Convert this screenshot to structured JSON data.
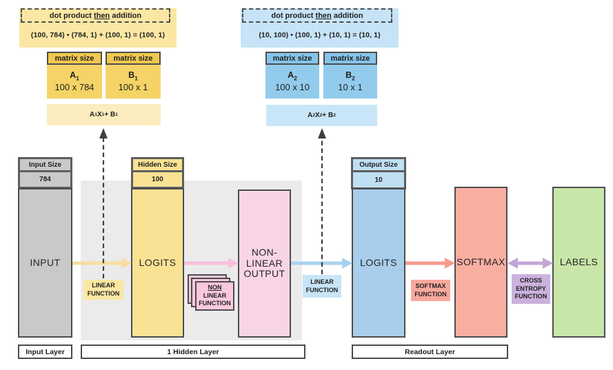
{
  "colors": {
    "yellow_pale": "#FBE7A3",
    "yellow_result": "#FCEDBE",
    "yellow_header": "#EFC84F",
    "yellow_body": "#F5D366",
    "yellow_column": "#FAE294",
    "yellow_arrow": "#F7DE9F",
    "blue_pale": "#C6E3F7",
    "blue_result": "#C8E6F8",
    "blue_header": "#85C4E9",
    "blue_body": "#92CBEC",
    "blue_column": "#A8CEEB",
    "blue_sizebox": "#BFDFF3",
    "blue_arrow": "#A8D2EF",
    "gray_column": "#C9C9C9",
    "gray_background": "#EBEBEB",
    "pink_column": "#F8D5E4",
    "pink_function": "#F9C8DD",
    "pink_arrow": "#F6C1DA",
    "salmon_column": "#F9AEA2",
    "salmon_function": "#F9A89C",
    "salmon_arrow": "#F89A8D",
    "green_column": "#C9E6AA",
    "purple_function": "#CBB1DD",
    "purple_arrow": "#C1A6D8",
    "dashed_line": "#3f3f3f",
    "border_dark": "#4d4d4d"
  },
  "yellow_annotation": {
    "dot_product": {
      "pre": "dot product",
      "then": "then",
      "post": "addition"
    },
    "formula": "(100, 784) • (784, 1) + (100, 1) = (100, 1)",
    "matrix_a": {
      "header": "matrix size",
      "name": "A",
      "sub": "1",
      "size": "100 x 784"
    },
    "matrix_b": {
      "header": "matrix size",
      "name": "B",
      "sub": "1",
      "size": "100 x 1"
    },
    "result": [
      "A",
      "1",
      "X",
      "1",
      " + B",
      "1"
    ]
  },
  "blue_annotation": {
    "dot_product": {
      "pre": "dot product",
      "then": "then",
      "post": "addition"
    },
    "formula": "(10, 100) • (100, 1) + (10, 1) = (10, 1)",
    "matrix_a": {
      "header": "matrix size",
      "name": "A",
      "sub": "2",
      "size": "100 x 10"
    },
    "matrix_b": {
      "header": "matrix size",
      "name": "B",
      "sub": "2",
      "size": "10 x 1"
    },
    "result": [
      "A",
      "2",
      "X",
      "2",
      " + B",
      "2"
    ]
  },
  "size_boxes": {
    "input": {
      "label": "Input Size",
      "value": "784"
    },
    "hidden": {
      "label": "Hidden Size",
      "value": "100"
    },
    "output": {
      "label": "Output Size",
      "value": "10"
    }
  },
  "columns": {
    "input": "INPUT",
    "hidden_logits": "LOGITS",
    "nonlinear": [
      "NON-",
      "LINEAR",
      "OUTPUT"
    ],
    "output_logits": "LOGITS",
    "softmax": "SOFTMAX",
    "labels": "LABELS"
  },
  "function_labels": {
    "linear1": [
      "LINEAR",
      "FUNCTION"
    ],
    "nonlinear": [
      "NON",
      "LINEAR",
      "FUNCTION"
    ],
    "linear2": [
      "LINEAR",
      "FUNCTION"
    ],
    "softmax": [
      "SOFTMAX",
      "FUNCTION"
    ],
    "cross_entropy": [
      "CROSS",
      "ENTROPY",
      "FUNCTION"
    ]
  },
  "layer_labels": {
    "input": "Input Layer",
    "hidden": "1 Hidden Layer",
    "readout": "Readout Layer"
  }
}
